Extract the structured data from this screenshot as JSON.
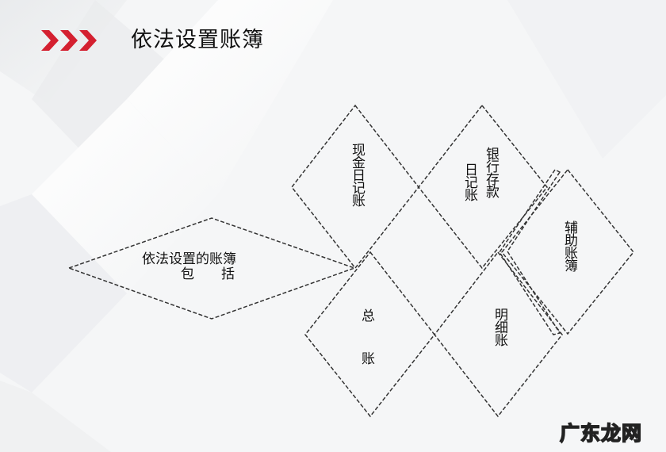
{
  "page": {
    "title": "依法设置账簿",
    "accent_color": "#d42030",
    "icons": {
      "title_marker": "triple-chevron-right-icon"
    }
  },
  "diagram": {
    "root": {
      "line1": "依法设置的账簿",
      "line2": "包　　括"
    },
    "nodes": [
      {
        "id": "cash-journal",
        "label": "现金日记账"
      },
      {
        "id": "bank-journal",
        "label_col1": "银行存款",
        "label_col2": "日记账"
      },
      {
        "id": "auxiliary-ledger",
        "label": "辅助账簿"
      },
      {
        "id": "general-ledger",
        "label_top": "总",
        "label_bottom": "账"
      },
      {
        "id": "subsidiary-ledger",
        "label": "明细账"
      }
    ]
  },
  "watermark": {
    "text": "广东龙网"
  }
}
